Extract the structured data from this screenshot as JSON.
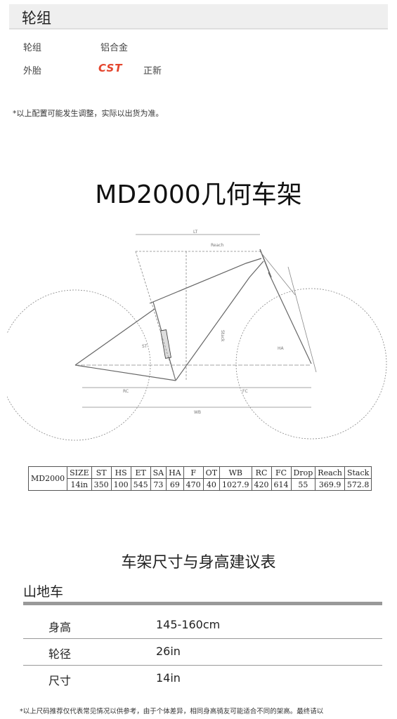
{
  "wheelset": {
    "section_title": "轮组",
    "rows": [
      {
        "label": "轮组",
        "value": "铝合金"
      },
      {
        "label": "外胎",
        "brand": "CST",
        "value": "正新"
      }
    ],
    "note": "*以上配置可能发生调整，实际以出货为准。"
  },
  "frame": {
    "title": "MD2000几何车架",
    "diagram_labels": {
      "lt": "LT",
      "reach": "Reach",
      "stack": "Stack",
      "wb": "WB",
      "rc": "RC",
      "fc": "FC",
      "st": "ST",
      "ha": "HA"
    }
  },
  "geometry": {
    "model": "MD2000",
    "headers": [
      "SIZE",
      "ST",
      "HS",
      "ET",
      "SA",
      "HA",
      "F",
      "OT",
      "WB",
      "RC",
      "FC",
      "Drop",
      "Reach",
      "Stack"
    ],
    "values": [
      "14in",
      "350",
      "100",
      "545",
      "73",
      "69",
      "470",
      "40",
      "1027.9",
      "420",
      "614",
      "55",
      "369.9",
      "572.8"
    ]
  },
  "sizing": {
    "title": "车架尺寸与身高建议表",
    "category": "山地车",
    "rows": [
      {
        "label": "身高",
        "value": "145-160cm"
      },
      {
        "label": "轮径",
        "value": "26in"
      },
      {
        "label": "尺寸",
        "value": "14in"
      }
    ],
    "footnote": "*以上尺码推荐仅代表常见情况以供参考，由于个体差异，相同身高骑友可能适合不同的架高。最终请以"
  }
}
